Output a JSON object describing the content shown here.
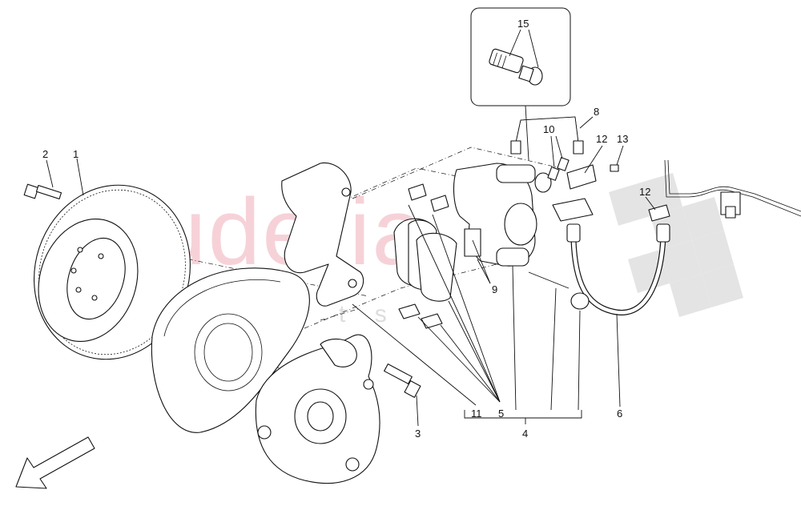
{
  "watermark": {
    "brand": "scuderia",
    "sub": "c a r p a r t s",
    "color": "#f3c4cb",
    "check_color": "#d9d9d9"
  },
  "callouts": {
    "c1": "1",
    "c2": "2",
    "c3": "3",
    "c4": "4",
    "c5": "5",
    "c6": "6",
    "c8": "8",
    "c9": "9",
    "c10": "10",
    "c11": "11",
    "c12a": "12",
    "c12b": "12",
    "c13": "13",
    "c15": "15"
  }
}
